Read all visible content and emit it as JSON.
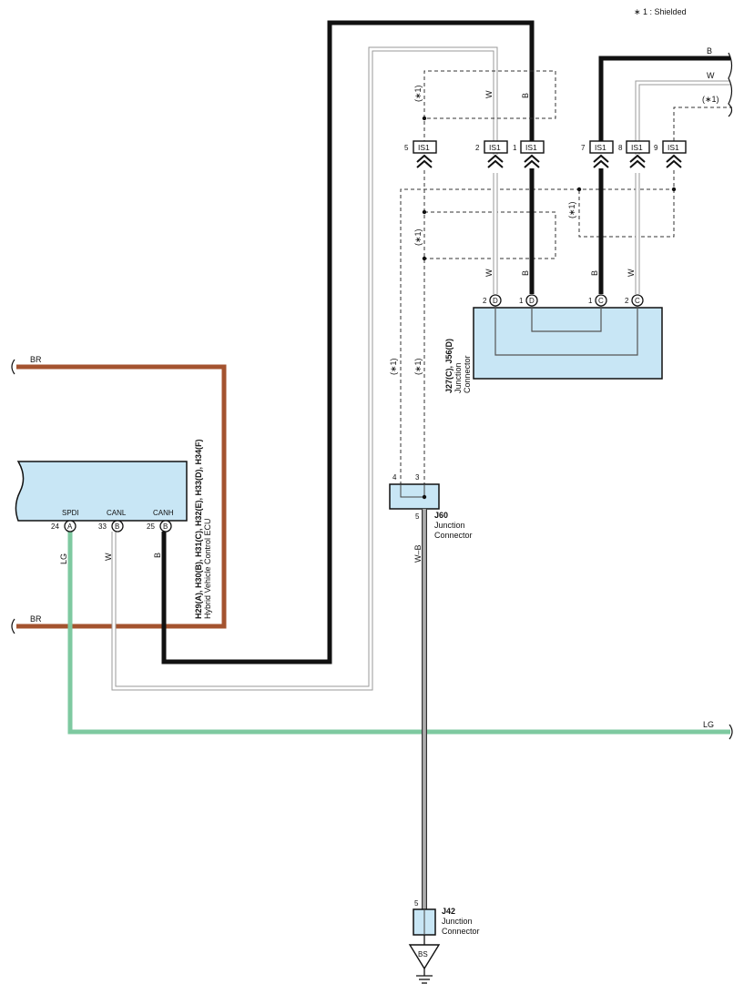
{
  "colors": {
    "brown": "#a4532f",
    "light_green": "#7ec9a0",
    "black": "#111111",
    "white_wire": "#9a9a9a",
    "connector_fill": "#c8e6f5"
  },
  "legend": {
    "shield_note": "∗ 1 : Shielded"
  },
  "ecu": {
    "title": "H29(A), H30(B), H31(C), H32(E), H33(D), H34(F)",
    "subtitle": "Hybrid Vehicle Control ECU",
    "pins": [
      {
        "label": "SPDI",
        "num": "24",
        "letter": "A",
        "wire": "LG"
      },
      {
        "label": "CANL",
        "num": "33",
        "letter": "B",
        "wire": "W"
      },
      {
        "label": "CANH",
        "num": "25",
        "letter": "B",
        "wire": "B"
      }
    ]
  },
  "offpage": {
    "br_top": "BR",
    "br_bottom": "BR",
    "lg_right": "LG",
    "b_right": "B",
    "w_right": "W",
    "shield_right": "(∗1)"
  },
  "is1": [
    {
      "num": "5",
      "label": "IS1"
    },
    {
      "num": "2",
      "label": "IS1"
    },
    {
      "num": "1",
      "label": "IS1"
    },
    {
      "num": "7",
      "label": "IS1"
    },
    {
      "num": "8",
      "label": "IS1"
    },
    {
      "num": "9",
      "label": "IS1"
    }
  ],
  "junction_main": {
    "name": "J27(C), J56(D)",
    "desc1": "Junction",
    "desc2": "Connector",
    "pins": [
      {
        "num": "2",
        "letter": "D"
      },
      {
        "num": "1",
        "letter": "D"
      },
      {
        "num": "1",
        "letter": "C"
      },
      {
        "num": "2",
        "letter": "C"
      }
    ]
  },
  "j60": {
    "name": "J60",
    "desc1": "Junction",
    "desc2": "Connector",
    "pin_a": "4",
    "pin_b": "3",
    "pin_c": "5",
    "wire": "W–B"
  },
  "j42": {
    "name": "J42",
    "desc1": "Junction",
    "desc2": "Connector",
    "pin": "5"
  },
  "ground": {
    "label": "BS"
  },
  "wire_labels": {
    "w": "W",
    "b": "B",
    "shield": "(∗1)"
  }
}
